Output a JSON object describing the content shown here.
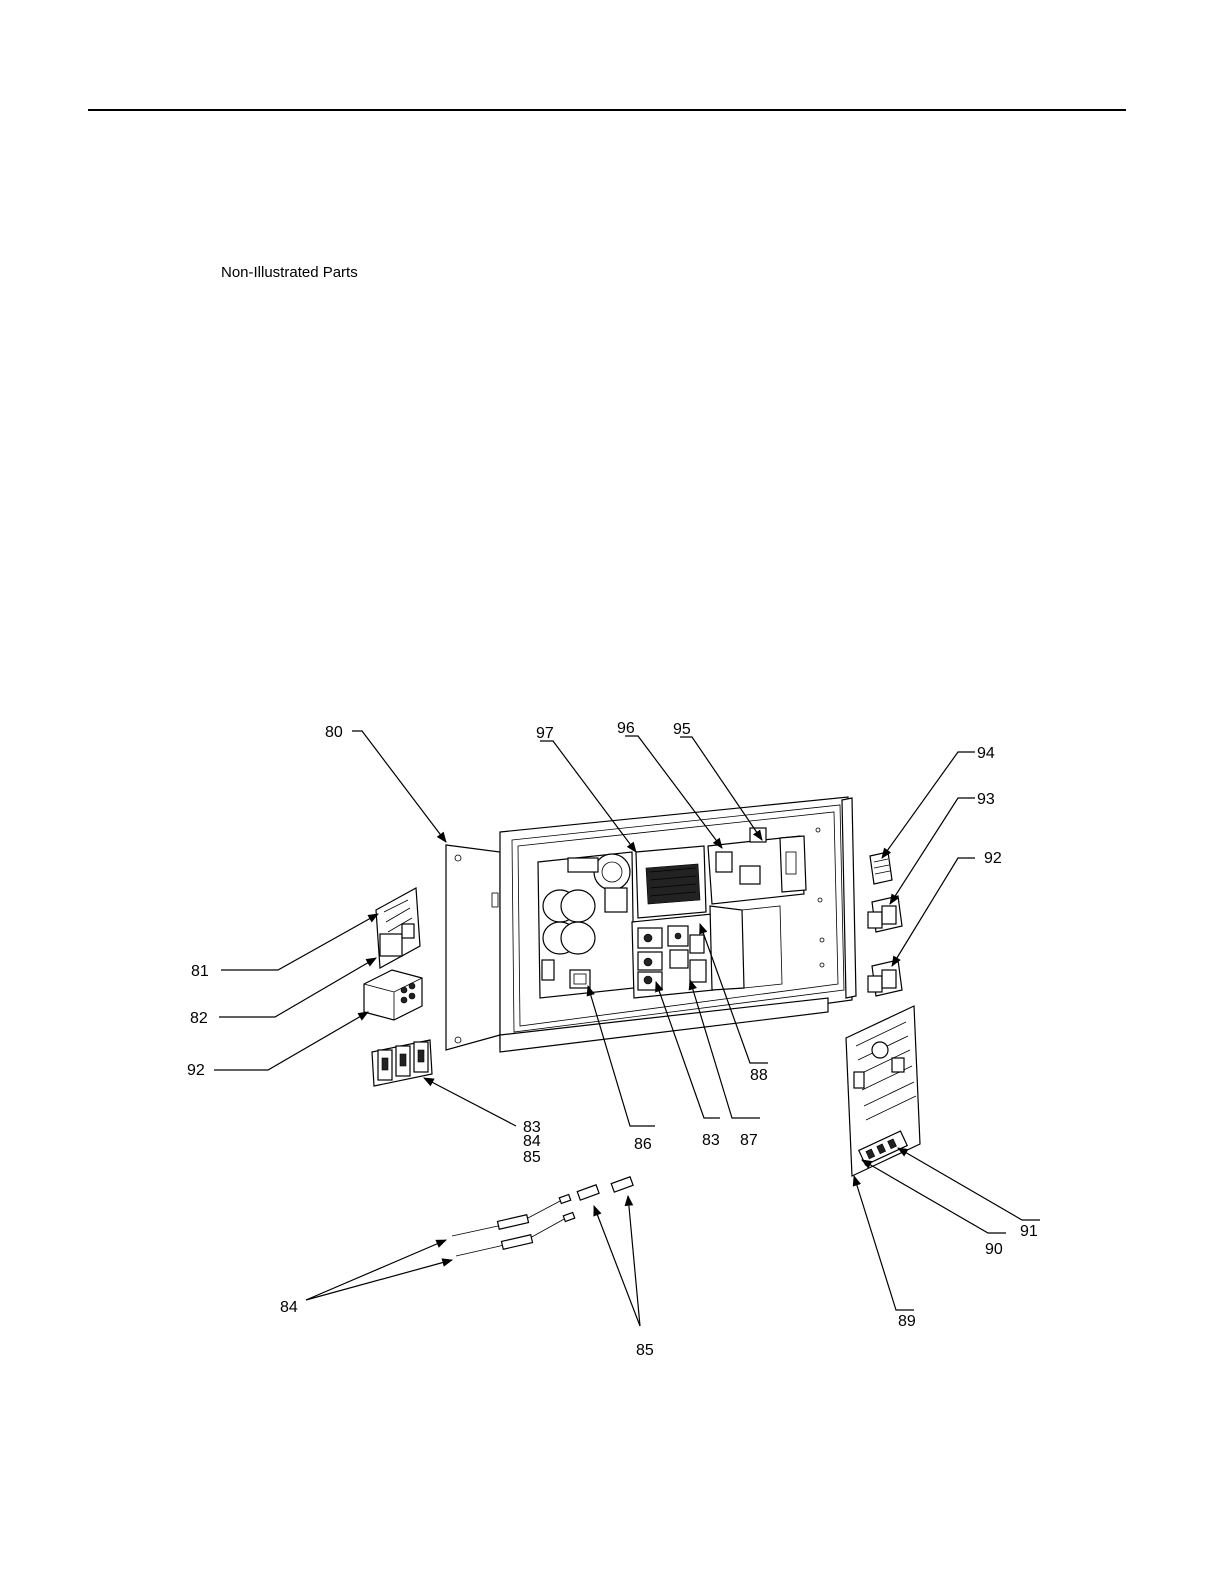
{
  "header": {
    "section_label": "Non-Illustrated Parts"
  },
  "diagram": {
    "callouts": [
      {
        "id": "c80",
        "text": "80"
      },
      {
        "id": "c97",
        "text": "97"
      },
      {
        "id": "c96",
        "text": "96"
      },
      {
        "id": "c95",
        "text": "95"
      },
      {
        "id": "c94",
        "text": "94"
      },
      {
        "id": "c93",
        "text": "93"
      },
      {
        "id": "c92r",
        "text": "92"
      },
      {
        "id": "c81",
        "text": "81"
      },
      {
        "id": "c82",
        "text": "82"
      },
      {
        "id": "c92l",
        "text": "92"
      },
      {
        "id": "c88",
        "text": "88"
      },
      {
        "id": "c83a",
        "text": "83"
      },
      {
        "id": "c84a",
        "text": "84"
      },
      {
        "id": "c85a",
        "text": "85"
      },
      {
        "id": "c86",
        "text": "86"
      },
      {
        "id": "c83b",
        "text": "83"
      },
      {
        "id": "c87",
        "text": "87"
      },
      {
        "id": "c91",
        "text": "91"
      },
      {
        "id": "c90",
        "text": "90"
      },
      {
        "id": "c89",
        "text": "89"
      },
      {
        "id": "c84b",
        "text": "84"
      },
      {
        "id": "c85b",
        "text": "85"
      }
    ]
  }
}
